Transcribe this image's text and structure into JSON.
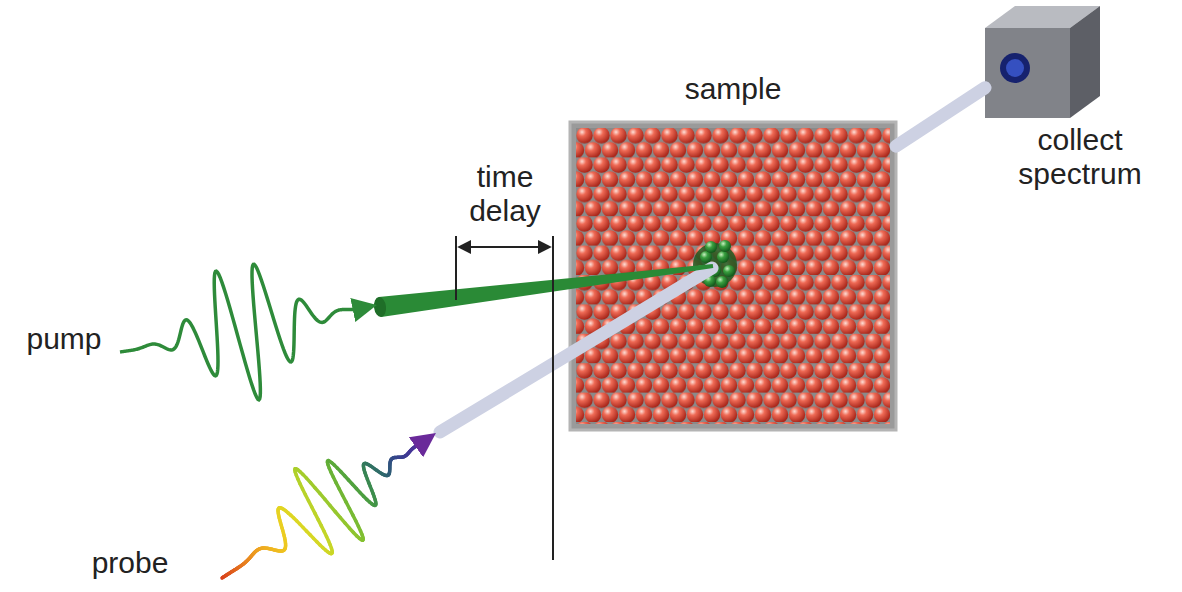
{
  "diagram": {
    "nodes": [
      {
        "text": [
          "sample"
        ]
      },
      {
        "text": [
          "collect spectrum"
        ]
      }
    ],
    "edges": [
      {
        "from": 0,
        "to": 1,
        "arrow": "none"
      }
    ],
    "labels": [
      "time delay",
      "pump",
      "probe"
    ]
  }
}
